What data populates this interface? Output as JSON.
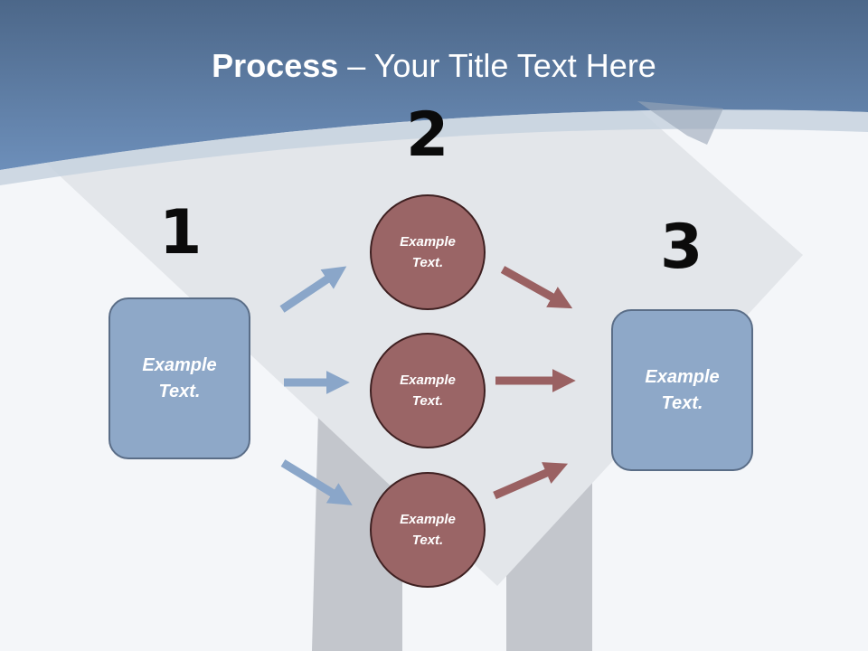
{
  "slide": {
    "title_bold": "Process",
    "title_rest": " – Your Title Text Here"
  },
  "steps": {
    "step1": {
      "number": "1",
      "box_text": "Example\nText."
    },
    "step2": {
      "number": "2",
      "circles": [
        {
          "text": "Example\nText."
        },
        {
          "text": "Example\nText."
        },
        {
          "text": "Example\nText."
        }
      ]
    },
    "step3": {
      "number": "3",
      "box_text": "Example\nText."
    }
  },
  "colors": {
    "header_blue": "#6283ad",
    "box_fill": "#8ea8c8",
    "circle_fill": "#9a6566",
    "blue_arrow": "#8aa6c9",
    "red_arrow": "#9a6162"
  }
}
